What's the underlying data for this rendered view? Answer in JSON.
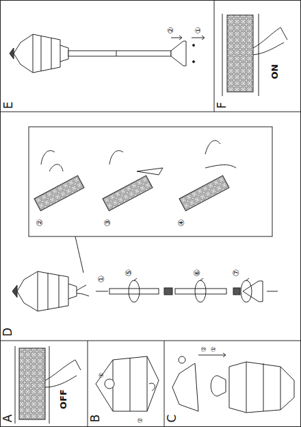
{
  "diagram": {
    "labels": [
      "E",
      "②",
      "①",
      "F",
      "ON",
      "②",
      "③",
      "④",
      "D",
      "①",
      "⑤",
      "⑥",
      "⑦",
      "A",
      "OFF",
      "B",
      "①",
      "②",
      "C",
      "②",
      "①"
    ]
  }
}
